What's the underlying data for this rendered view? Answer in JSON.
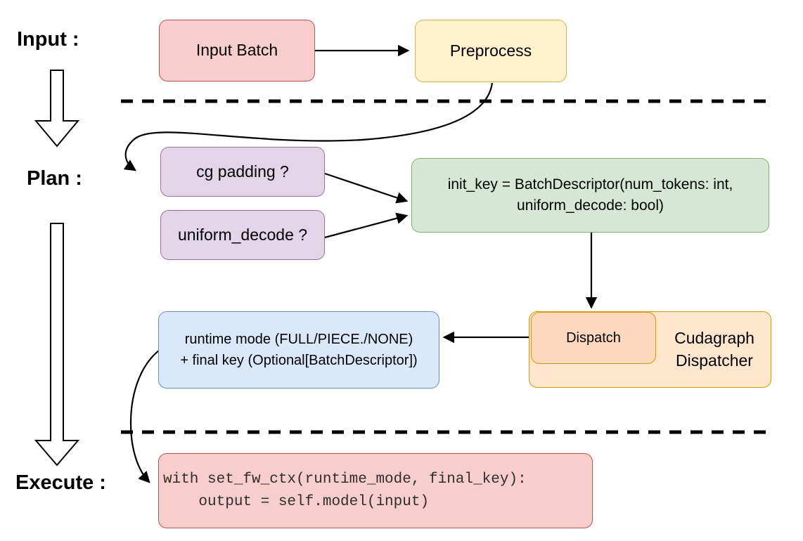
{
  "stage_labels": {
    "input": "Input :",
    "plan": "Plan :",
    "execute": "Execute :"
  },
  "nodes": {
    "input_batch": {
      "label": "Input Batch",
      "fill": "#f8cecc",
      "border": "#b85450"
    },
    "preprocess": {
      "label": "Preprocess",
      "fill": "#fff2cc",
      "border": "#d6b656"
    },
    "cg_padding": {
      "label": "cg padding ?",
      "fill": "#e1d5e7",
      "border": "#9673a6"
    },
    "uniform_decode": {
      "label": "uniform_decode ?",
      "fill": "#e1d5e7",
      "border": "#9673a6"
    },
    "init_key": {
      "line1": "init_key = BatchDescriptor(num_tokens: int,",
      "line2": "uniform_decode: bool)",
      "fill": "#d5e8d4",
      "border": "#82b366"
    },
    "dispatch": {
      "label": "Dispatch",
      "fill": "#fcd8be",
      "border": "#d79b00"
    },
    "cudagraph_dispatcher": {
      "line1": "Cudagraph",
      "line2": "Dispatcher",
      "fill": "#ffe6cc",
      "border": "#d79b00"
    },
    "runtime_mode": {
      "line1": "runtime mode (FULL/PIECE./NONE)",
      "line2": "+ final key (Optional[BatchDescriptor])",
      "fill": "#dae8fc",
      "border": "#6c8ebf"
    },
    "execute_code": {
      "line1": "with set_fw_ctx(runtime_mode, final_key):",
      "line2": "    output = self.model(input)",
      "fill": "#f8cecc",
      "border": "#b85450"
    }
  },
  "connector_color": "#000000",
  "background": "#ffffff"
}
